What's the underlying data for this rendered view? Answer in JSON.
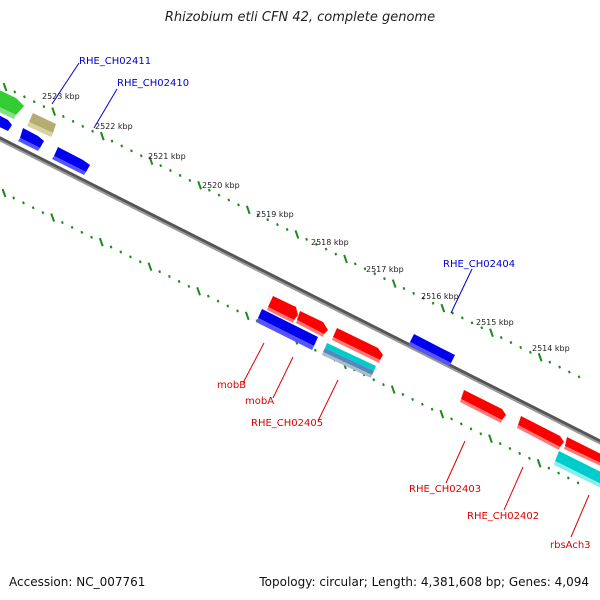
{
  "title": "Rhizobium etli CFN 42, complete genome",
  "footer": {
    "accession": "Accession: NC_007761",
    "summary": "Topology: circular; Length: 4,381,608 bp; Genes: 4,094"
  },
  "colors": {
    "backbone": "#777777",
    "ticks": "#1a8a1a",
    "forward_label": "#0000cc",
    "reverse_label": "#dd0000",
    "blue_gene": "#0000ee",
    "red_gene": "#ff0000",
    "cyan_gene": "#00cccc",
    "green_gene": "#33cc33",
    "khaki_gene": "#b5ad70"
  },
  "scale": {
    "unit": "kbp",
    "labels": [
      "2523 kbp",
      "2522 kbp",
      "2521 kbp",
      "2520 kbp",
      "2519 kbp",
      "2518 kbp",
      "2517 kbp",
      "2516 kbp",
      "2515 kbp",
      "2514 kbp"
    ]
  },
  "genes_forward": [
    {
      "name": "RHE_CH02411"
    },
    {
      "name": "RHE_CH02410"
    },
    {
      "name": "RHE_CH02404"
    }
  ],
  "genes_reverse": [
    {
      "name": "mobB"
    },
    {
      "name": "mobA"
    },
    {
      "name": "RHE_CH02405"
    },
    {
      "name": "RHE_CH02403"
    },
    {
      "name": "RHE_CH02402"
    },
    {
      "name": "rbsAch3"
    }
  ]
}
